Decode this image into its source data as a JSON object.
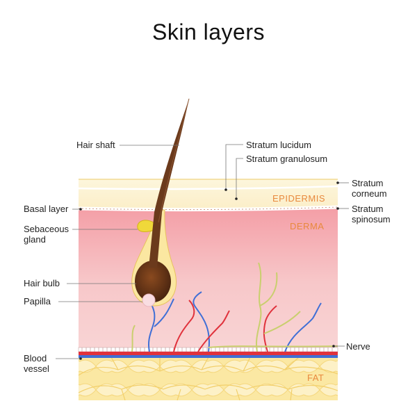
{
  "title": "Skin layers",
  "layers": {
    "epidermis": "EPIDERMIS",
    "derma": "DERMA",
    "fat": "FAT"
  },
  "labels_left": {
    "hair_shaft": "Hair shaft",
    "basal_layer": "Basal layer",
    "sebaceous_gland_line1": "Sebaceous",
    "sebaceous_gland_line2": "gland",
    "hair_bulb": "Hair bulb",
    "papilla": "Papilla",
    "blood_vessel_line1": "Blood",
    "blood_vessel_line2": "vessel"
  },
  "labels_right": {
    "stratum_lucidum": "Stratum lucidum",
    "stratum_granulosum": "Stratum granulosum",
    "stratum_corneum_line1": "Stratum",
    "stratum_corneum_line2": "corneum",
    "stratum_spinosum_line1": "Stratum",
    "stratum_spinosum_line2": "spinosum",
    "nerve": "Nerve"
  },
  "colors": {
    "epidermis": "#fbf0cf",
    "derma": "#f6c3c6",
    "fat": "#fbe9a6",
    "hair": "#6b3a1c",
    "artery": "#e0323c",
    "vein": "#3f6fd6",
    "nerve": "#c9cf6e",
    "layer_label": "#e8893d"
  }
}
